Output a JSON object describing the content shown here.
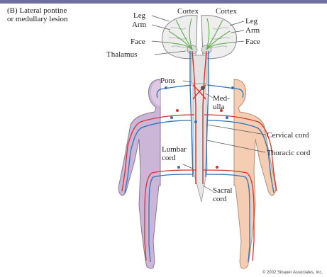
{
  "panel": {
    "title_line1": "(B) Lateral pontine",
    "title_line2": "or medullary lesion"
  },
  "labels": {
    "cortex_left": "Cortex",
    "cortex_right": "Cortex",
    "leg_left": "Leg",
    "leg_right": "Leg",
    "arm_left": "Arm",
    "arm_right": "Arm",
    "face_left": "Face",
    "face_right": "Face",
    "thalamus": "Thalamus",
    "pons": "Pons",
    "medulla_line1": "Med-",
    "medulla_line2": "ulla",
    "cervical_cord": "Cervical cord",
    "thoracic_cord": "Thoracic cord",
    "lumbar_line1": "Lumbar",
    "lumbar_line2": "cord",
    "sacral_line1": "Sacral",
    "sacral_line2": "cord"
  },
  "copyright": "© 2002 Sinauer Associates, Inc.",
  "colors": {
    "left_body_fill": "#cbb6d8",
    "right_body_fill": "#f4cdb2",
    "brain_fill": "#eeeeee",
    "brain_outline": "#888888",
    "tract_green": "#5fae4c",
    "pathway_red": "#d9332f",
    "pathway_blue": "#2f73b8",
    "cord_fill": "#e6e6e6",
    "header_bar": "#6f6f9e"
  }
}
